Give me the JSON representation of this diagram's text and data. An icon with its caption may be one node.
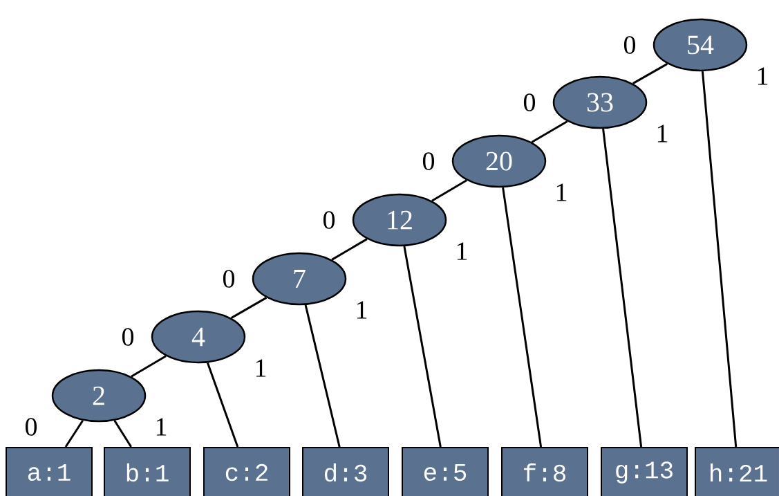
{
  "diagram": {
    "nodes": [
      {
        "text": [
          "54"
        ]
      },
      {
        "text": [
          "33"
        ]
      },
      {
        "text": [
          "20"
        ]
      },
      {
        "text": [
          "12"
        ]
      },
      {
        "text": [
          "7"
        ]
      },
      {
        "text": [
          "4"
        ]
      },
      {
        "text": [
          "2"
        ]
      },
      {
        "text": [
          "a:1"
        ]
      },
      {
        "text": [
          "b:1"
        ]
      },
      {
        "text": [
          "c:2"
        ]
      },
      {
        "text": [
          "d:3"
        ]
      },
      {
        "text": [
          "e:5"
        ]
      },
      {
        "text": [
          "f:8"
        ]
      },
      {
        "text": [
          "g:13"
        ]
      },
      {
        "text": [
          "h:21"
        ]
      }
    ],
    "edges": [
      {
        "from": 0,
        "to": 1,
        "arrow": "none",
        "label": "0"
      },
      {
        "from": 0,
        "to": 14,
        "arrow": "none",
        "label": "1"
      },
      {
        "from": 1,
        "to": 2,
        "arrow": "none",
        "label": "0"
      },
      {
        "from": 1,
        "to": 13,
        "arrow": "none",
        "label": "1"
      },
      {
        "from": 2,
        "to": 3,
        "arrow": "none",
        "label": "0"
      },
      {
        "from": 2,
        "to": 12,
        "arrow": "none",
        "label": "1"
      },
      {
        "from": 3,
        "to": 4,
        "arrow": "none",
        "label": "0"
      },
      {
        "from": 3,
        "to": 11,
        "arrow": "none",
        "label": "1"
      },
      {
        "from": 4,
        "to": 5,
        "arrow": "none",
        "label": "0"
      },
      {
        "from": 4,
        "to": 10,
        "arrow": "none",
        "label": "1"
      },
      {
        "from": 5,
        "to": 6,
        "arrow": "none",
        "label": "0"
      },
      {
        "from": 5,
        "to": 9,
        "arrow": "none",
        "label": "1"
      },
      {
        "from": 6,
        "to": 7,
        "arrow": "none",
        "label": "0"
      },
      {
        "from": 6,
        "to": 8,
        "arrow": "none",
        "label": "1"
      }
    ]
  }
}
